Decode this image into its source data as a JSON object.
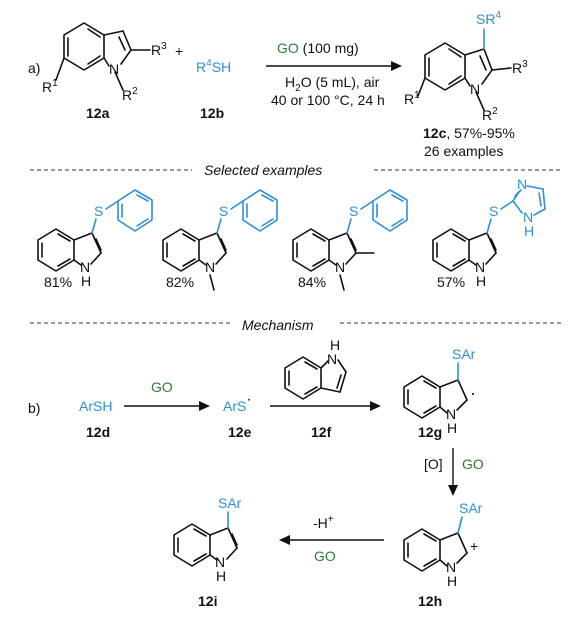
{
  "part_a": {
    "label": "a)",
    "reactant1_R3": "R",
    "reactant1_R3_sup": "3",
    "reactant1_R1": "R",
    "reactant1_R1_sup": "1",
    "reactant1_R2": "R",
    "reactant1_R2_sup": "2",
    "reactant1_N": "N",
    "reactant1_id": "12a",
    "plus": "+",
    "reactant2_base": "R",
    "reactant2_sup": "4",
    "reactant2_tail": "SH",
    "reactant2_id": "12b",
    "reagent_GO": "GO",
    "reagent_amount": " (100 mg)",
    "cond_H": "H",
    "cond_sub": "2",
    "cond_rest": "O (5 mL), air",
    "cond2": "40 or 100 °C, 24 h",
    "product_SR": "SR",
    "product_SR_sup": "4",
    "product_R3": "R",
    "product_R3_sup": "3",
    "product_R1": "R",
    "product_R1_sup": "1",
    "product_R2": "R",
    "product_R2_sup": "2",
    "product_N": "N",
    "product_id": "12c",
    "product_yield": ", 57%-95%",
    "product_count": "26 examples"
  },
  "selected": {
    "header": "Selected examples",
    "examples": [
      {
        "S": "S",
        "N": "N",
        "H": "H",
        "yield": "81%"
      },
      {
        "S": "S",
        "N": "N",
        "yield": "82%"
      },
      {
        "S": "S",
        "N": "N",
        "yield": "84%"
      },
      {
        "S": "S",
        "N": "N",
        "H": "H",
        "yield": "57%",
        "imid_N": "N",
        "imid_NH": "N",
        "imid_H": "H"
      }
    ]
  },
  "mechanism": {
    "header": "Mechanism",
    "label": "b)",
    "start": "ArSH",
    "start_id": "12d",
    "step1_reagent": "GO",
    "radical": "ArS",
    "radical_dot": "·",
    "radical_id": "12e",
    "indole_N": "N",
    "indole_H": "H",
    "indole_id": "12f",
    "int_g_SAr": "SAr",
    "int_g_N": "N",
    "int_g_H": "H",
    "int_g_dot": "·",
    "int_g_id": "12g",
    "ox_O": "[O]",
    "ox_GO": "GO",
    "int_h_SAr": "SAr",
    "int_h_N": "N",
    "int_h_H": "H",
    "int_h_plus": "+",
    "int_h_id": "12h",
    "step_back_top": "-H",
    "step_back_top_sup": "+",
    "step_back_bottom": "GO",
    "final_SAr": "SAr",
    "final_N": "N",
    "final_H": "H",
    "final_id": "12i"
  }
}
